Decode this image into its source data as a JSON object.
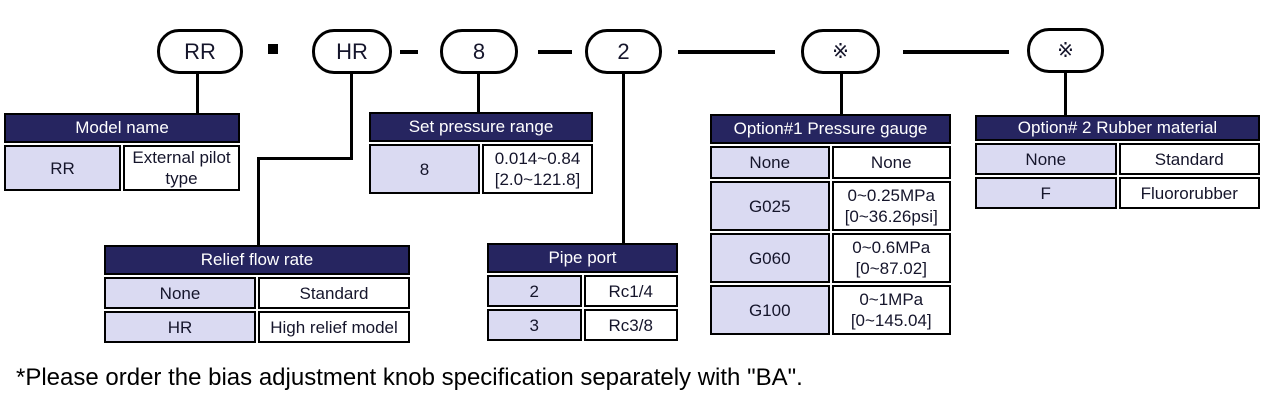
{
  "model_code": {
    "segments": [
      "RR",
      "HR",
      "8",
      "2",
      "※",
      "※"
    ],
    "separator": "■"
  },
  "tables": {
    "model_name": {
      "title": "Model name",
      "rows": [
        {
          "code": "RR",
          "value": [
            "External pilot type"
          ]
        }
      ]
    },
    "set_pressure_range": {
      "title": "Set pressure range",
      "rows": [
        {
          "code": "8",
          "value": [
            "0.014~0.84",
            "[2.0~121.8]"
          ]
        }
      ]
    },
    "relief_flow_rate": {
      "title": "Relief flow rate",
      "rows": [
        {
          "code": "None",
          "value": [
            "Standard"
          ]
        },
        {
          "code": "HR",
          "value": [
            "High relief model"
          ]
        }
      ]
    },
    "pipe_port": {
      "title": "Pipe port",
      "rows": [
        {
          "code": "2",
          "value": [
            "Rc1/4"
          ]
        },
        {
          "code": "3",
          "value": [
            "Rc3/8"
          ]
        }
      ]
    },
    "option1_pressure_gauge": {
      "title": "Option#1 Pressure gauge",
      "rows": [
        {
          "code": "None",
          "value": [
            "None"
          ]
        },
        {
          "code": "G025",
          "value": [
            "0~0.25MPa",
            "[0~36.26psi]"
          ]
        },
        {
          "code": "G060",
          "value": [
            "0~0.6MPa",
            "[0~87.02]"
          ]
        },
        {
          "code": "G100",
          "value": [
            "0~1MPa",
            "[0~145.04]"
          ]
        }
      ]
    },
    "option2_rubber_material": {
      "title": "Option# 2 Rubber material",
      "rows": [
        {
          "code": "None",
          "value": [
            "Standard"
          ]
        },
        {
          "code": "F",
          "value": [
            "Fluororubber"
          ]
        }
      ]
    }
  },
  "footnote": "*Please order the bias adjustment knob specification separately with \"BA\".",
  "colors": {
    "header_bg": "#262560",
    "header_text": "#ffffff",
    "code_cell_bg": "#dadaf2",
    "line": "#000000",
    "background": "#ffffff"
  }
}
